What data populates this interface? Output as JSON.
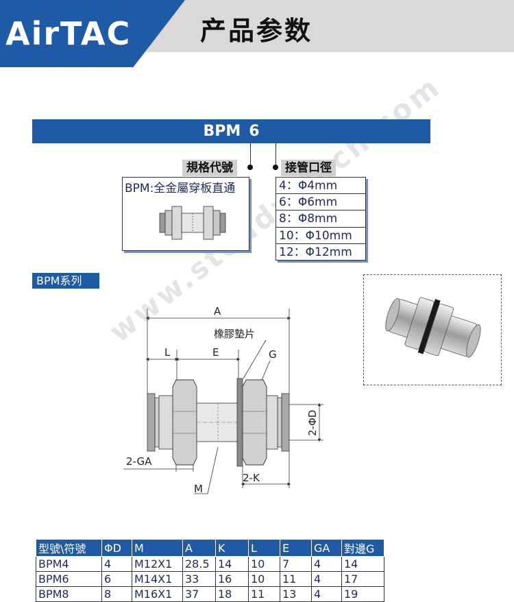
{
  "header": {
    "brand": "AirTAC",
    "title": "产品参数"
  },
  "model": {
    "code": "BPM",
    "size": "6"
  },
  "spec": {
    "label": "規格代號",
    "description": "BPM:全金屬穿板直通"
  },
  "diameter": {
    "label": "接管口徑",
    "options": [
      "4：Φ4mm",
      "6：Φ6mm",
      "8：Φ8mm",
      "10：Φ10mm",
      "12：Φ12mm"
    ]
  },
  "series": {
    "label": "BPM系列"
  },
  "watermark": "www.steady-tech.com",
  "drawing": {
    "labels": {
      "A": "A",
      "gasket": "橡膠墊片",
      "L": "L",
      "E": "E",
      "G": "G",
      "GA": "2-GA",
      "D": "2-ΦD",
      "K": "2-K",
      "M": "M"
    }
  },
  "table": {
    "headers": [
      "型號\\符號",
      "ΦD",
      "M",
      "A",
      "K",
      "L",
      "E",
      "GA",
      "對邊G"
    ],
    "rows": [
      [
        "BPM4",
        "4",
        "M12X1",
        "28.5",
        "14",
        "10",
        "7",
        "4",
        "14"
      ],
      [
        "BPM6",
        "6",
        "M14X1",
        "33",
        "16",
        "10",
        "11",
        "4",
        "17"
      ],
      [
        "BPM8",
        "8",
        "M16X1",
        "37",
        "18",
        "11",
        "13",
        "4",
        "19"
      ]
    ]
  },
  "colors": {
    "brand_blue": "#1f5aa6",
    "header_grey": "#d9d9d9"
  }
}
